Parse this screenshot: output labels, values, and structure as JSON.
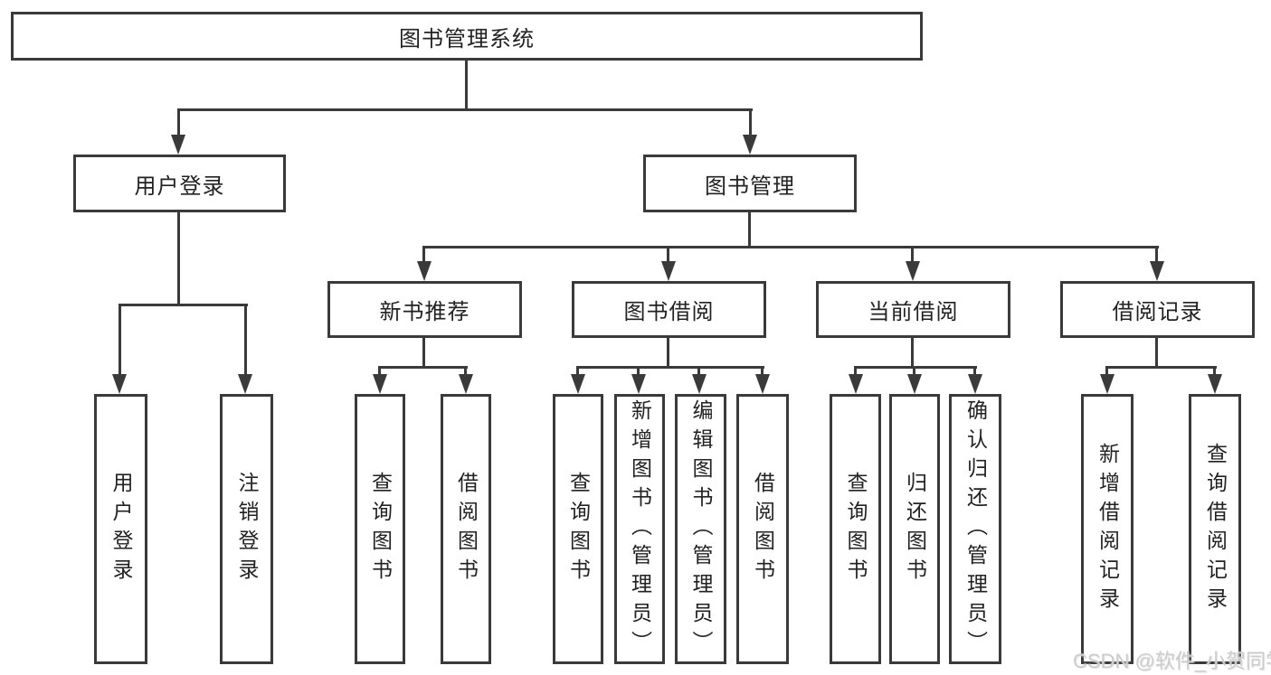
{
  "tree": {
    "root": {
      "label": "图书管理系统",
      "children": [
        {
          "label": "用户登录",
          "children": [
            {
              "label": "用户登录"
            },
            {
              "label": "注销登录"
            }
          ]
        },
        {
          "label": "图书管理",
          "children": [
            {
              "label": "新书推荐",
              "children": [
                {
                  "label": "查询图书"
                },
                {
                  "label": "借阅图书"
                }
              ]
            },
            {
              "label": "图书借阅",
              "children": [
                {
                  "label": "查询图书"
                },
                {
                  "label": "新增图书（管理员）"
                },
                {
                  "label": "编辑图书（管理员）"
                },
                {
                  "label": "借阅图书"
                }
              ]
            },
            {
              "label": "当前借阅",
              "children": [
                {
                  "label": "查询图书"
                },
                {
                  "label": "归还图书"
                },
                {
                  "label": "确认归还（管理员）"
                }
              ]
            },
            {
              "label": "借阅记录",
              "children": [
                {
                  "label": "新增借阅记录"
                },
                {
                  "label": "查询借阅记录"
                }
              ]
            }
          ]
        }
      ]
    }
  },
  "watermark": {
    "text": "CSDN @软件_小贺同学",
    "color": "#cccccc"
  },
  "colors": {
    "line": "#3a3a3a",
    "text": "#222222",
    "background": "#ffffff"
  }
}
